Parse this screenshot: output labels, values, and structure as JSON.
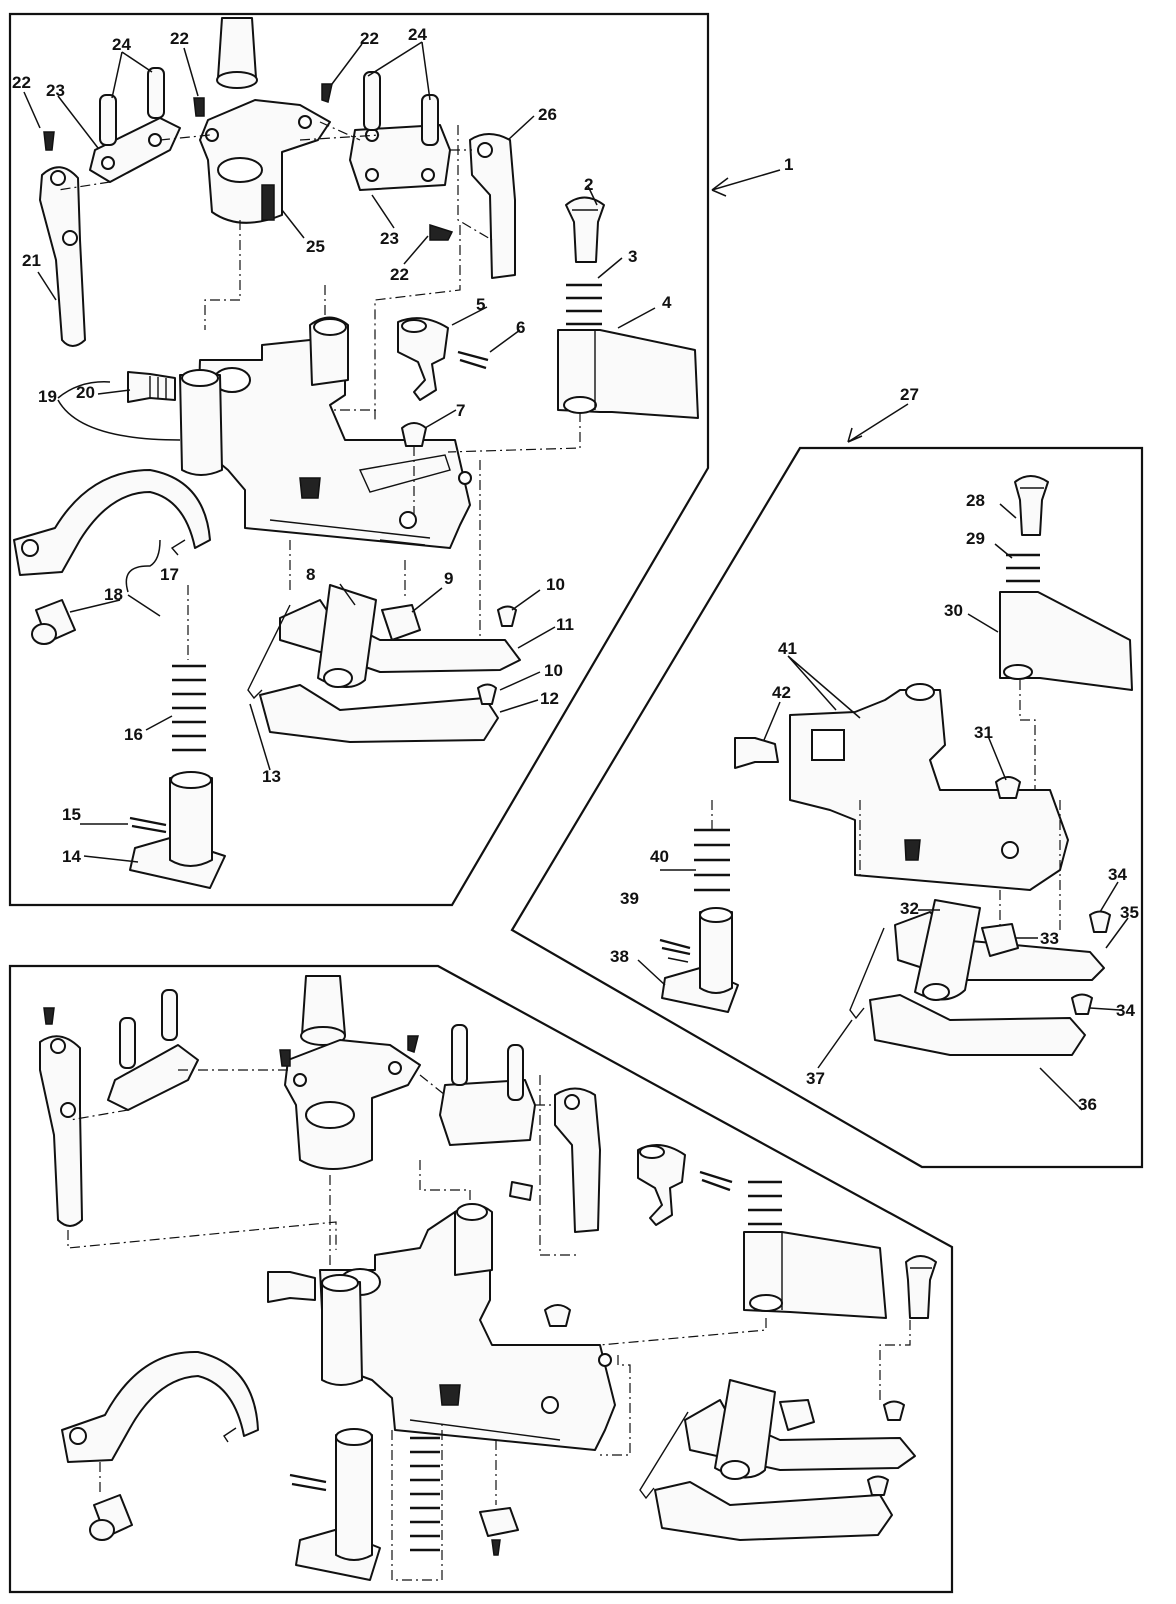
{
  "figure": {
    "callouts": {
      "c1": "1",
      "c2": "2",
      "c3": "3",
      "c4": "4",
      "c5": "5",
      "c6": "6",
      "c7": "7",
      "c8": "8",
      "c9": "9",
      "c10a": "10",
      "c10b": "10",
      "c11": "11",
      "c12": "12",
      "c13": "13",
      "c14": "14",
      "c15": "15",
      "c16": "16",
      "c17": "17",
      "c18": "18",
      "c19": "19",
      "c20": "20",
      "c21": "21",
      "c22a": "22",
      "c22b": "22",
      "c22c": "22",
      "c22d": "22",
      "c23a": "23",
      "c23b": "23",
      "c24a": "24",
      "c24b": "24",
      "c25": "25",
      "c26": "26",
      "c27": "27",
      "c28": "28",
      "c29": "29",
      "c30": "30",
      "c31": "31",
      "c32": "32",
      "c33": "33",
      "c34a": "34",
      "c34b": "34",
      "c35": "35",
      "c36": "36",
      "c37": "37",
      "c38": "38",
      "c39": "39",
      "c40": "40",
      "c41": "41",
      "c42": "42"
    }
  }
}
